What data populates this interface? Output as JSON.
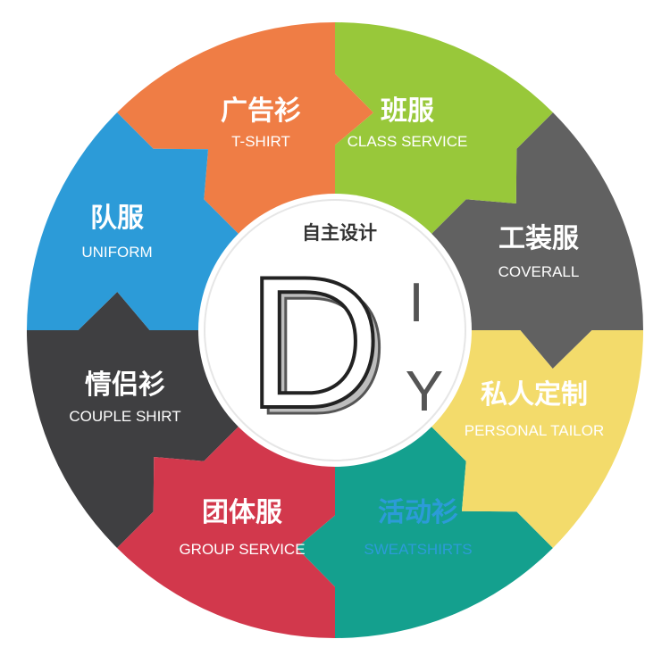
{
  "center": {
    "caption": "自主设计",
    "letter_d": "D",
    "letter_i": "I",
    "letter_y": "Y"
  },
  "segments": [
    {
      "cn": "广告衫",
      "en": "T-SHIRT",
      "color": "#2C9BD8",
      "text_color": "#ffffff",
      "icon": "arrow-segment"
    },
    {
      "cn": "班服",
      "en": "CLASS SERVICE",
      "color": "#EF7D45",
      "text_color": "#ffffff",
      "icon": "arrow-segment"
    },
    {
      "cn": "工装服",
      "en": "COVERALL",
      "color": "#98C83A",
      "text_color": "#ffffff",
      "icon": "arrow-segment"
    },
    {
      "cn": "私人定制",
      "en": "PERSONAL TAILOR",
      "color": "#616161",
      "text_color": "#ffffff",
      "icon": "arrow-segment"
    },
    {
      "cn": "活动衫",
      "en": "SWEATSHIRTS",
      "color": "#F3DB6B",
      "text_color": "#2C9BD8",
      "icon": "arrow-segment"
    },
    {
      "cn": "团体服",
      "en": "GROUP SERVICE",
      "color": "#14A08E",
      "text_color": "#ffffff",
      "icon": "arrow-segment"
    },
    {
      "cn": "情侣衫",
      "en": "COUPLE SHIRT",
      "color": "#D2384C",
      "text_color": "#ffffff",
      "icon": "arrow-segment"
    },
    {
      "cn": "队服",
      "en": "UNIFORM",
      "color": "#3F3F41",
      "text_color": "#ffffff",
      "icon": "arrow-segment"
    }
  ]
}
